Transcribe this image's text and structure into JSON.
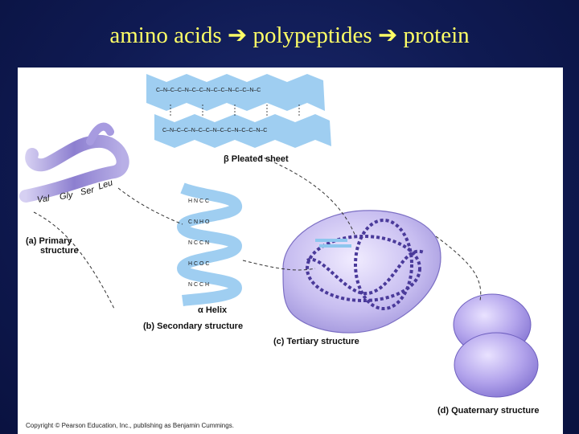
{
  "title": {
    "part1": "amino acids",
    "part2": "polypeptides",
    "part3": "protein"
  },
  "labels": {
    "pleated_sheet": "Pleated sheet",
    "beta_symbol": "β",
    "primary_line1": "(a) Primary",
    "primary_line2": "structure",
    "alpha_symbol": "α",
    "helix": "Helix",
    "secondary": "(b) Secondary structure",
    "tertiary": "(c) Tertiary structure",
    "quaternary": "(d) Quaternary structure"
  },
  "ribbon_residues": [
    "Val",
    "Gly",
    "Ser",
    "Leu"
  ],
  "copyright": "Copyright © Pearson Education, Inc., publishing as Benjamin Cummings.",
  "colors": {
    "title": "#ffff66",
    "background": "#12205e",
    "sheet": "#8ec6ee",
    "ribbon": "#8d7fd0",
    "protein": "#b5a8ea"
  }
}
